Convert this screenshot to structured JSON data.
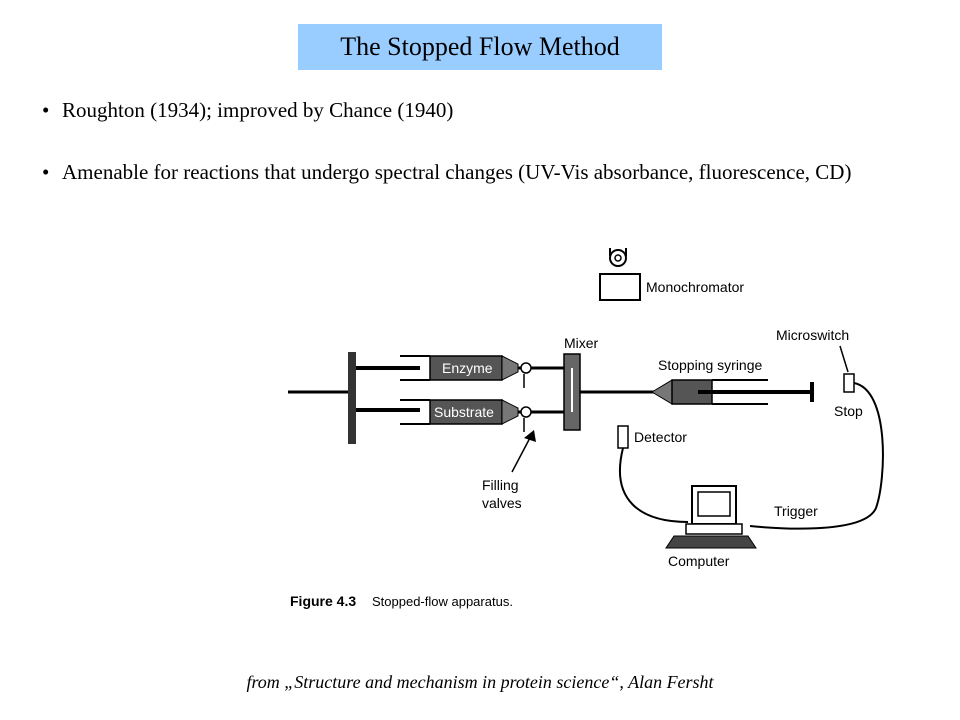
{
  "slide": {
    "title": "The Stopped Flow Method",
    "bullets": [
      "Roughton (1934); improved by Chance (1940)",
      "Amenable for reactions that undergo spectral changes (UV-Vis absorbance, fluorescence, CD)"
    ],
    "source": "from „Structure and mechanism in protein science“, Alan Fersht"
  },
  "figure": {
    "labels": {
      "monochromator": "Monochromator",
      "mixer": "Mixer",
      "microswitch": "Microswitch",
      "stopping_syringe": "Stopping syringe",
      "enzyme": "Enzyme",
      "substrate": "Substrate",
      "stop": "Stop",
      "detector": "Detector",
      "filling_1": "Filling",
      "filling_2": "valves",
      "trigger": "Trigger",
      "computer": "Computer"
    },
    "caption_label": "Figure 4.3",
    "caption_text": "Stopped-flow apparatus."
  }
}
